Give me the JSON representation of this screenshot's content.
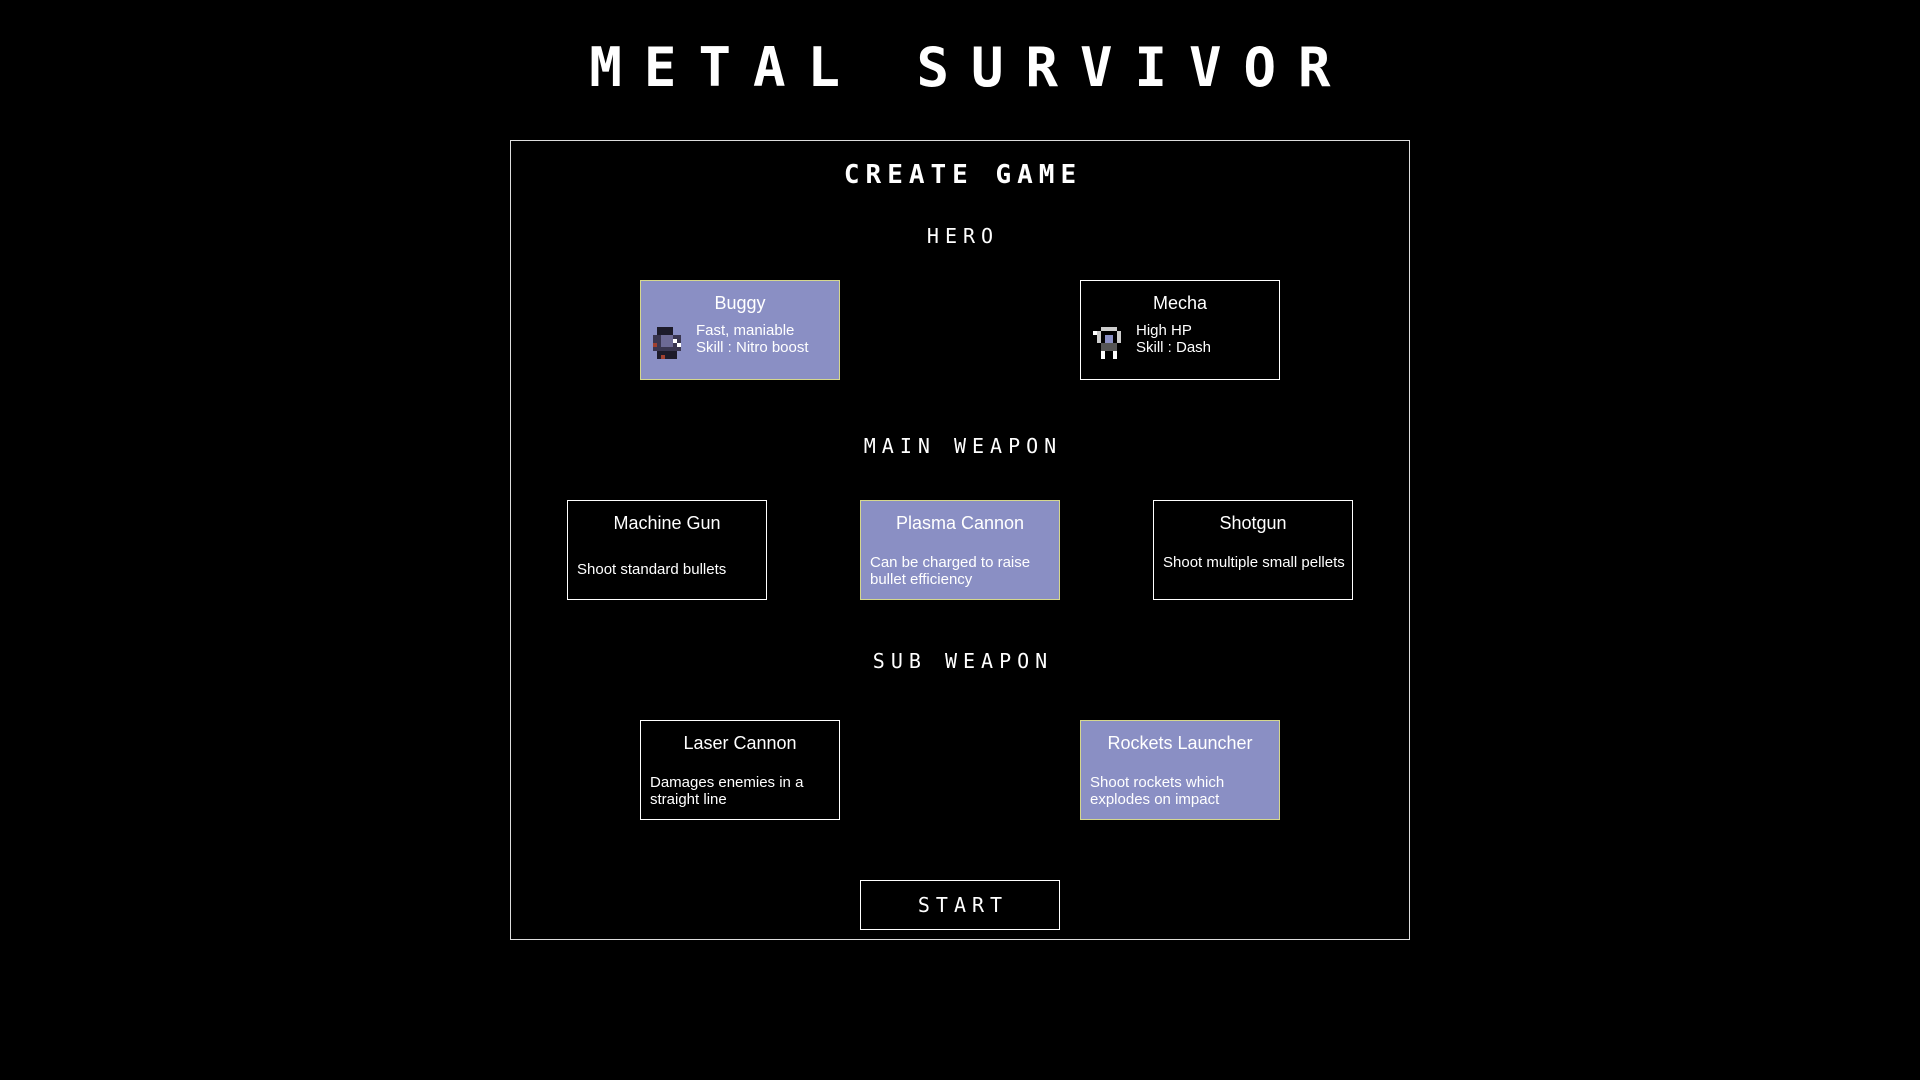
{
  "title": "METAL SURVIVOR",
  "panel_title": "CREATE GAME",
  "sections": {
    "hero": {
      "label": "HERO",
      "options": [
        {
          "name": "Buggy",
          "line1": "Fast, maniable",
          "line2": "Skill : Nitro boost",
          "selected": true,
          "icon": "buggy-sprite-icon"
        },
        {
          "name": "Mecha",
          "line1": "High HP",
          "line2": "Skill : Dash",
          "selected": false,
          "icon": "mecha-sprite-icon"
        }
      ]
    },
    "main_weapon": {
      "label": "MAIN WEAPON",
      "options": [
        {
          "name": "Machine Gun",
          "desc": "Shoot standard bullets",
          "selected": false
        },
        {
          "name": "Plasma Cannon",
          "desc": "Can be charged to raise bullet efficiency",
          "selected": true
        },
        {
          "name": "Shotgun",
          "desc": "Shoot multiple small pellets",
          "selected": false
        }
      ]
    },
    "sub_weapon": {
      "label": "SUB WEAPON",
      "options": [
        {
          "name": "Laser Cannon",
          "desc": "Damages enemies in a straight line",
          "selected": false
        },
        {
          "name": "Rockets Launcher",
          "desc": "Shoot rockets which explodes on impact",
          "selected": true
        }
      ]
    }
  },
  "start_label": "START",
  "colors": {
    "selected_bg": "#8a8fc4",
    "selected_border": "#d6d88e",
    "background": "#000000"
  }
}
